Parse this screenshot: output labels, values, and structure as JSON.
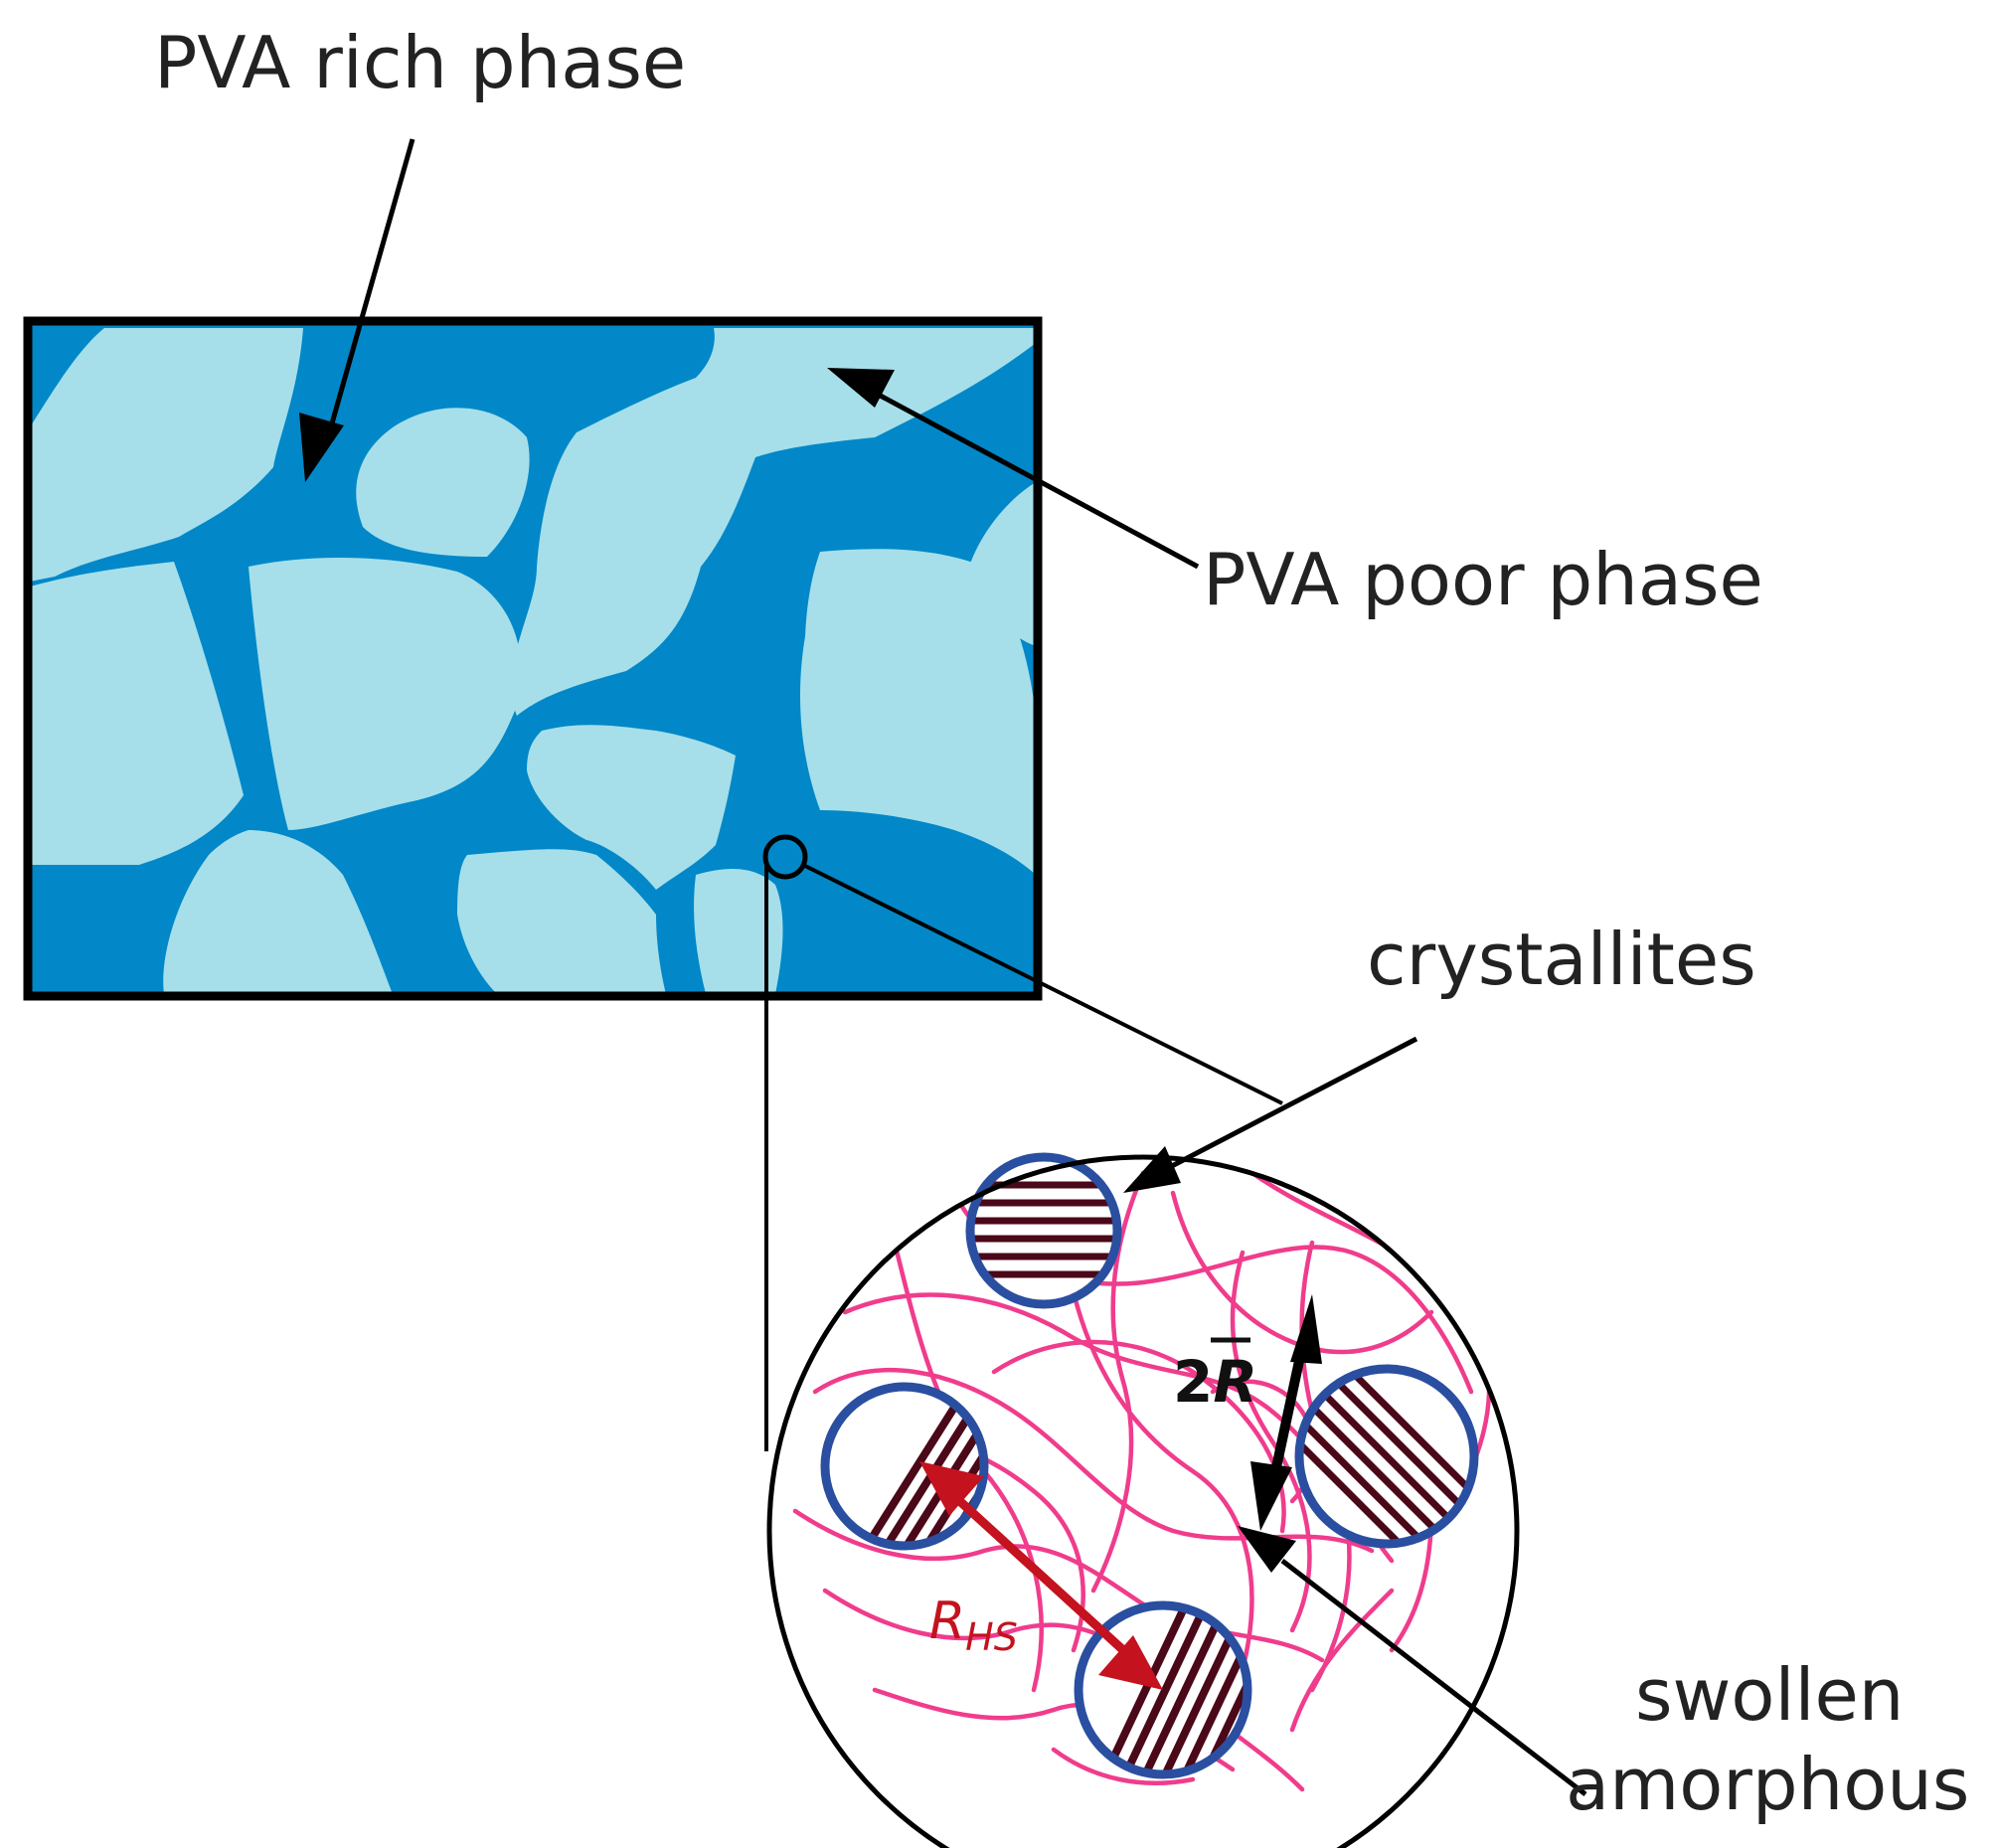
{
  "labels": {
    "pva_rich": "PVA rich phase",
    "pva_poor": "PVA poor phase",
    "crystallites": "crystallites",
    "swollen": "swollen",
    "amorphous": "amorphous",
    "two_r_num": "2",
    "two_r_sym": "R",
    "rhs_main": "R",
    "rhs_sub": "HS"
  },
  "colors": {
    "rich_phase": "#0288c8",
    "poor_phase": "#a6dfea",
    "chains": "#f03c8c",
    "crystallite_ring": "#2a4fa0",
    "lamella": "#4a0818",
    "rhs_arrow": "#c4121e",
    "ink": "#000000"
  }
}
